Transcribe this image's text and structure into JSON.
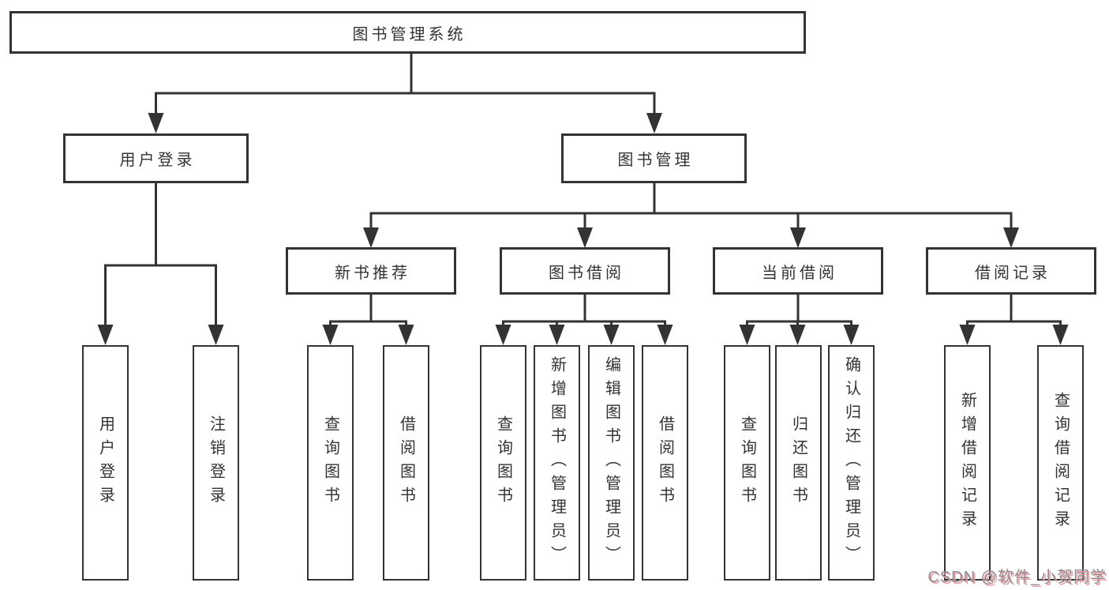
{
  "page": {
    "background": "#ffffff",
    "line_color": "#333333",
    "box_border_color": "#333333",
    "text_color": "#333333"
  },
  "tree": {
    "label": "图书管理系统",
    "children": [
      {
        "label": "用户登录",
        "children": [
          {
            "label": "用户登录"
          },
          {
            "label": "注销登录"
          }
        ]
      },
      {
        "label": "图书管理",
        "children": [
          {
            "label": "新书推荐",
            "children": [
              {
                "label": "查询图书"
              },
              {
                "label": "借阅图书"
              }
            ]
          },
          {
            "label": "图书借阅",
            "children": [
              {
                "label": "查询图书"
              },
              {
                "label": "新增图书（管理员）"
              },
              {
                "label": "编辑图书（管理员）"
              },
              {
                "label": "借阅图书"
              }
            ]
          },
          {
            "label": "当前借阅",
            "children": [
              {
                "label": "查询图书"
              },
              {
                "label": "归还图书"
              },
              {
                "label": "确认归还（管理员）"
              }
            ]
          },
          {
            "label": "借阅记录",
            "children": [
              {
                "label": "新增借阅记录"
              },
              {
                "label": "查询借阅记录"
              }
            ]
          }
        ]
      }
    ]
  },
  "watermark": {
    "text": "CSDN @软件_小贺同学",
    "text_color": "#8f8f8f",
    "shadow_color": "#eb99a4"
  }
}
